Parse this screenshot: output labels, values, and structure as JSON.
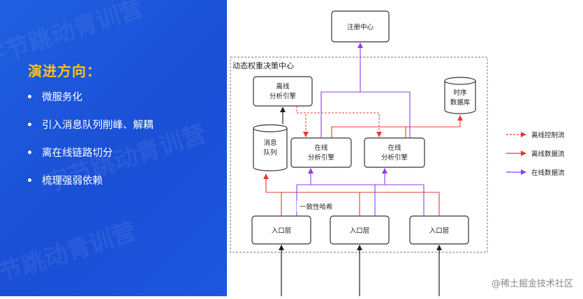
{
  "left": {
    "title": "演进方向：",
    "points": [
      "微服务化",
      "引入消息队列削峰、解耦",
      "离在线链路切分",
      "梳理强弱依赖"
    ],
    "watermark": "字节跳动青训营"
  },
  "diagram": {
    "registry": "注册中心",
    "group_label": "动态权重决策中心",
    "offline_engine": [
      "离线",
      "分析引擎"
    ],
    "queue": [
      "消息",
      "队列"
    ],
    "tsdb": [
      "时序",
      "数据库"
    ],
    "online_engine_1": [
      "在线",
      "分析引擎"
    ],
    "online_engine_2": [
      "在线",
      "分析引擎"
    ],
    "hash_label": "一致性哈希",
    "entries": [
      "入口层",
      "入口层",
      "入口层"
    ],
    "legend": {
      "offline_control": "离线控制流",
      "offline_data": "离线数据流",
      "online_data": "在线数据流"
    },
    "colors": {
      "offline_control": "#e53935",
      "offline_data": "#e53935",
      "online_data": "#8a3ff0"
    }
  },
  "credit": "@稀土掘金技术社区"
}
